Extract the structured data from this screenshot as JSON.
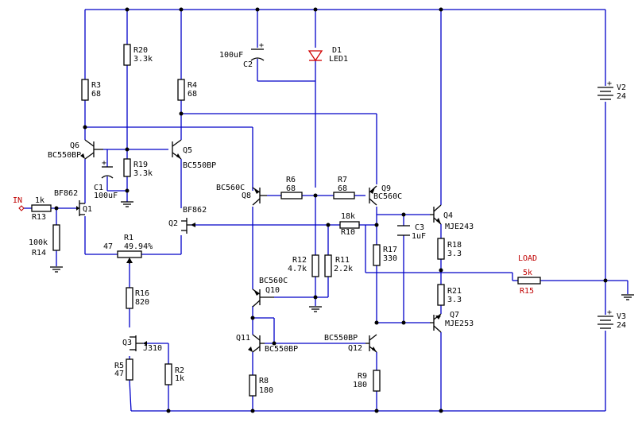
{
  "labels": {
    "IN": "IN",
    "R13": "R13",
    "R13v": "1k",
    "R14": "R14",
    "R14v": "100k",
    "Q1": "Q1",
    "Q1t": "BF862",
    "Q6": "Q6",
    "Q6t": "BC550BP",
    "R3": "R3",
    "R3v": "68",
    "R20": "R20",
    "R20v": "3.3k",
    "R19": "R19",
    "R19v": "3.3k",
    "C1": "C1",
    "C1v": "100uF",
    "Q5": "Q5",
    "Q5t": "BC550BP",
    "R4": "R4",
    "R4v": "68",
    "Q2": "Q2",
    "Q2t": "BF862",
    "R1": "R1",
    "R1v": "47",
    "R1p": "49.94%",
    "R16": "R16",
    "R16v": "820",
    "Q3": "Q3",
    "Q3t": "J310",
    "R5": "R5",
    "R5v": "47",
    "R2": "R2",
    "R2v": "1k",
    "C2": "C2",
    "C2v": "100uF",
    "D1": "D1",
    "D1t": "LED1",
    "Q8": "Q8",
    "Q8t": "BC560C",
    "R6": "R6",
    "R6v": "68",
    "R7": "R7",
    "R7v": "68",
    "Q9": "Q9",
    "Q9t": "BC560C",
    "R10": "R10",
    "R10v": "18k",
    "R12": "R12",
    "R12v": "4.7k",
    "R11": "R11",
    "R11v": "2.2k",
    "Q10": "Q10",
    "Q10t": "BC560C",
    "Q11": "Q11",
    "Q11t": "BC550BP",
    "Q12": "Q12",
    "Q12t": "BC550BP",
    "R8": "R8",
    "R8v": "180",
    "R9": "R9",
    "R9v": "180",
    "R17": "R17",
    "R17v": "330",
    "C3": "C3",
    "C3v": "1uF",
    "Q4": "Q4",
    "Q4t": "MJE243",
    "R18": "R18",
    "R18v": "3.3",
    "R21": "R21",
    "R21v": "3.3",
    "Q7": "Q7",
    "Q7t": "MJE253",
    "LOAD": "LOAD",
    "R15": "R15",
    "R15v": "5k",
    "V2": "V2",
    "V2v": "24",
    "V3": "V3",
    "V3v": "24"
  },
  "colors": {
    "wire": "#0000c8",
    "component": "#000000",
    "label_red": "#c00000",
    "led": "#d00000"
  }
}
